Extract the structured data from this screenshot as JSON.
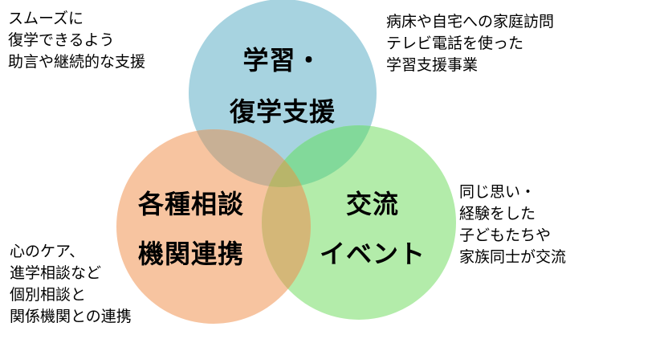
{
  "colors": {
    "learning": "#a7d3e0",
    "consult": "#f7c4a0",
    "event": "#b3ecaa",
    "learning_consult_overlap": "#c8b095",
    "learning_event_overlap": "#82d99a",
    "consult_event_overlap": "#d4b778",
    "center_overlap": "#b8b56a"
  },
  "circles": {
    "learning": {
      "lines": [
        "学習・",
        "復学支援"
      ]
    },
    "consult": {
      "lines": [
        "各種相談",
        "機関連携"
      ]
    },
    "event": {
      "lines": [
        "交流",
        "イベント"
      ]
    }
  },
  "notes": {
    "top_left": [
      "スムーズに",
      "復学できるよう",
      "助言や継続的な支援"
    ],
    "top_right": [
      "病床や自宅への家庭訪問",
      "テレビ電話を使った",
      "学習支援事業"
    ],
    "mid_right": [
      "同じ思い・",
      "経験をした",
      "子どもたちや",
      "家族同士が交流"
    ],
    "bottom_left": [
      "心のケア、",
      "進学相談など",
      "個別相談と",
      "関係機関との連携"
    ]
  }
}
